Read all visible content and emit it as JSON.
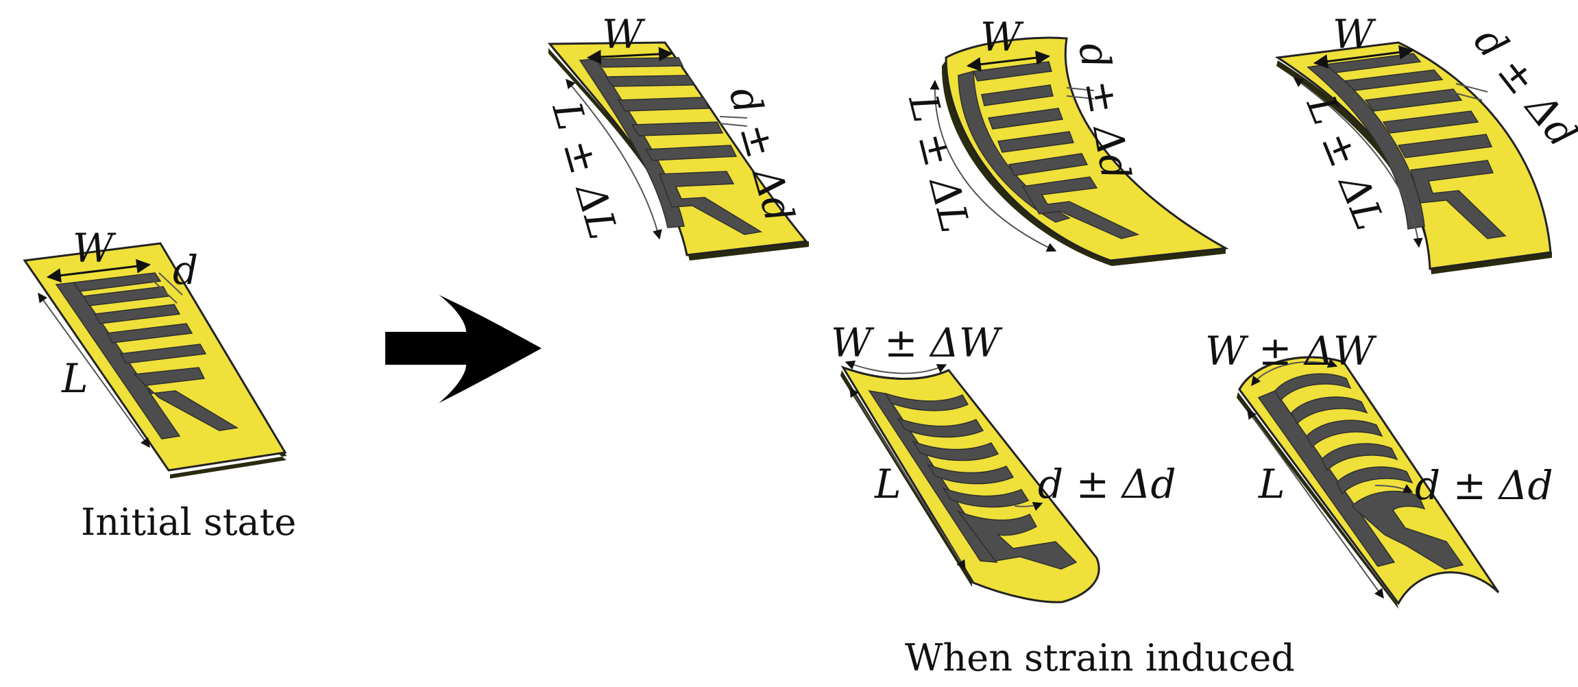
{
  "labels": {
    "initial": {
      "W": "W",
      "d": "d",
      "L": "L",
      "caption": "Initial state"
    },
    "strain": {
      "caption": "When strain induced"
    },
    "bend_a": {
      "W": "W",
      "d": "d ± Δd",
      "L": "L ± ΔL"
    },
    "bend_b": {
      "W": "W",
      "d": "d ± Δd",
      "L": "L ± ΔL"
    },
    "bend_c": {
      "W": "W",
      "d": "d ± Δd",
      "L": "L ± ΔL"
    },
    "curl_a": {
      "W": "W ± ΔW",
      "d": "d ± Δd",
      "L": "L"
    },
    "curl_b": {
      "W": "W ± ΔW",
      "d": "d ± Δd",
      "L": "L"
    }
  },
  "colors": {
    "substrate": "#efe03a",
    "trace": "#4d4d4d",
    "arrow": "#000000"
  },
  "icons": {
    "transition": "right-arrow-icon"
  }
}
